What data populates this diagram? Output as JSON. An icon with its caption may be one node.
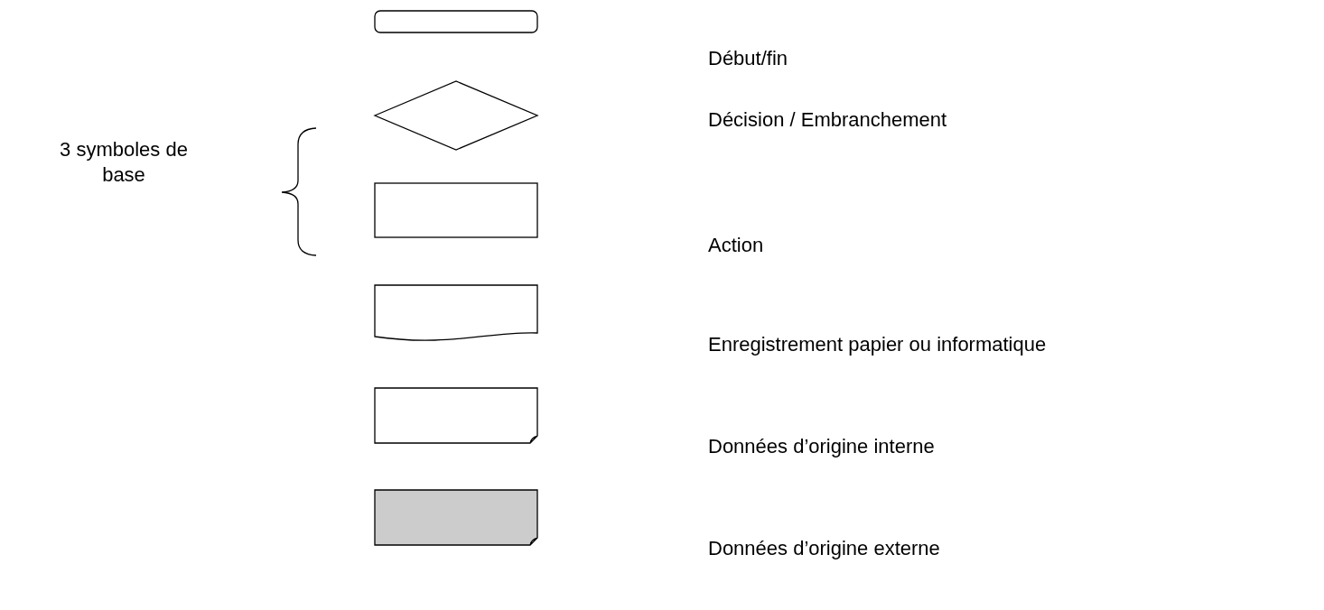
{
  "diagram": {
    "nodes": [
      {
        "text": [],
        "shape": "box"
      },
      {
        "text": [],
        "shape": "diamond"
      },
      {
        "text": [],
        "shape": "box"
      },
      {
        "text": [],
        "shape": "document"
      },
      {
        "text": [],
        "shape": "box"
      },
      {
        "text": [],
        "shape": "box"
      }
    ],
    "labels": [
      "3 symboles de base"
    ],
    "legend": [
      {
        "text": "Début/fin"
      },
      {
        "text": "Décision / Embranchement"
      },
      {
        "text": "Action"
      },
      {
        "text": "Enregistrement papier ou informatique"
      },
      {
        "text": "Données d’origine interne"
      },
      {
        "text": "Données d’origine externe"
      }
    ]
  }
}
